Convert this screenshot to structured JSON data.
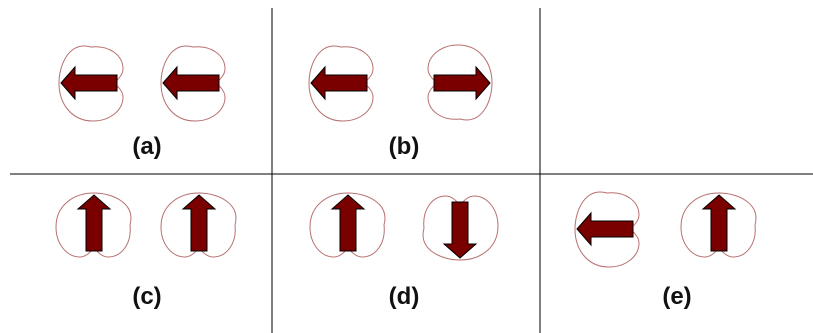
{
  "colors": {
    "arrow_fill": "#7a0000",
    "arrow_stroke": "#000000",
    "lobe_stroke": "#b87070",
    "grid_line": "#000000"
  },
  "panels": [
    {
      "id": "a",
      "label": "(a)",
      "items": [
        {
          "shape": "heart-left",
          "direction": "left"
        },
        {
          "shape": "heart-left",
          "direction": "left"
        }
      ]
    },
    {
      "id": "b",
      "label": "(b)",
      "items": [
        {
          "shape": "heart-left",
          "direction": "left"
        },
        {
          "shape": "heart-right",
          "direction": "right"
        }
      ]
    },
    {
      "id": "empty",
      "label": "",
      "items": []
    },
    {
      "id": "c",
      "label": "(c)",
      "items": [
        {
          "shape": "heart-up",
          "direction": "up"
        },
        {
          "shape": "heart-up",
          "direction": "up"
        }
      ]
    },
    {
      "id": "d",
      "label": "(d)",
      "items": [
        {
          "shape": "heart-up",
          "direction": "up"
        },
        {
          "shape": "heart-down",
          "direction": "down"
        }
      ]
    },
    {
      "id": "e",
      "label": "(e)",
      "items": [
        {
          "shape": "heart-left",
          "direction": "left"
        },
        {
          "shape": "heart-up",
          "direction": "up"
        }
      ]
    }
  ]
}
